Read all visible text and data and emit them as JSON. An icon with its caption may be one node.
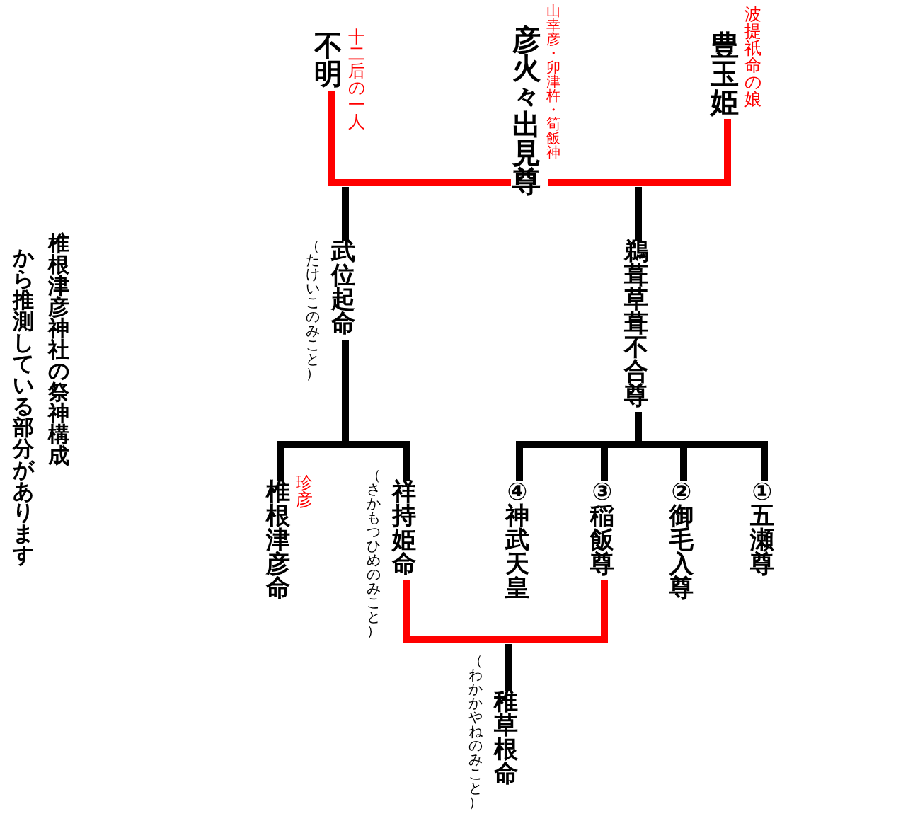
{
  "diagram": {
    "nodes": [
      {
        "text": [
          "不明"
        ],
        "beside": [
          "十二后の一人"
        ]
      },
      {
        "text": [
          "彦火々出見尊"
        ],
        "beside": [
          "山幸彦・卯津杵・筍飯神"
        ]
      },
      {
        "text": [
          "豊玉姫"
        ],
        "beside": [
          "波提祇命の娘"
        ]
      },
      {
        "text": [
          "武位起命"
        ],
        "beside": [
          "（たけいこのみこと）"
        ]
      },
      {
        "text": [
          "鵜葺草葺不合尊"
        ]
      },
      {
        "text": [
          "椎根津彦命"
        ],
        "beside": [
          "珍彦"
        ]
      },
      {
        "text": [
          "祥持姫命"
        ],
        "beside": [
          "（さかもつひめのみこと）"
        ]
      },
      {
        "text": [
          "④神武天皇"
        ]
      },
      {
        "text": [
          "③稲飯尊"
        ]
      },
      {
        "text": [
          "②御毛入尊"
        ]
      },
      {
        "text": [
          "①五瀬尊"
        ]
      },
      {
        "text": [
          "稚草根命"
        ],
        "beside": [
          "（わかかやねのみこと）"
        ]
      }
    ],
    "edges": [
      {
        "from": 0,
        "to": 1,
        "arrow": "none",
        "color": "#ff0000"
      },
      {
        "from": 1,
        "to": 2,
        "arrow": "none",
        "color": "#ff0000"
      },
      {
        "from": null,
        "to": 3,
        "arrow": "none"
      },
      {
        "from": null,
        "to": 4,
        "arrow": "none"
      },
      {
        "from": 3,
        "to": 5,
        "arrow": "none"
      },
      {
        "from": 3,
        "to": 6,
        "arrow": "none"
      },
      {
        "from": 4,
        "to": 7,
        "arrow": "none"
      },
      {
        "from": 4,
        "to": 8,
        "arrow": "none"
      },
      {
        "from": 4,
        "to": 9,
        "arrow": "none"
      },
      {
        "from": 4,
        "to": 10,
        "arrow": "none"
      },
      {
        "from": 6,
        "to": 8,
        "arrow": "none",
        "color": "#ff0000"
      },
      {
        "from": null,
        "to": 11,
        "arrow": "none"
      }
    ],
    "labels": [
      "椎根津彦神社の祭神構成",
      "から推測している部分があります"
    ]
  }
}
